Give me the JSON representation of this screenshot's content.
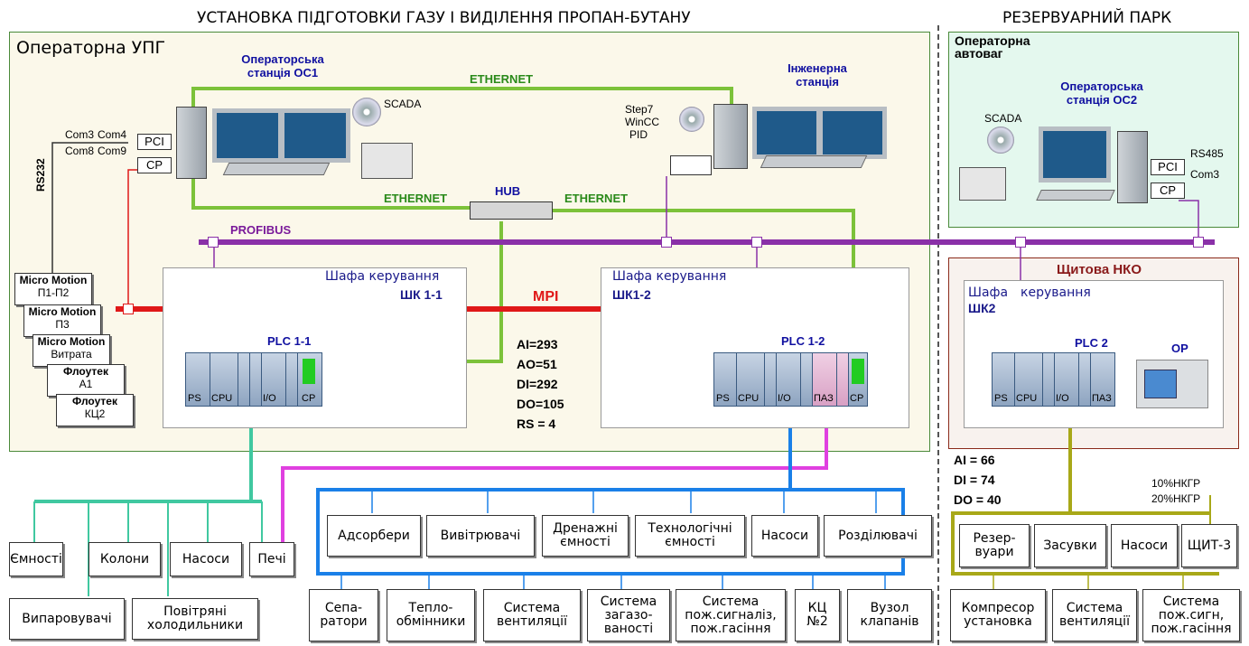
{
  "titles": {
    "main": "УСТАНОВКА ПІДГОТОВКИ ГАЗУ І ВИДІЛЕННЯ ПРОПАН-БУТАНУ",
    "tank_park": "РЕЗЕРВУАРНИЙ ПАРК",
    "upg_room": "Операторна УПГ",
    "scale_room": "Операторна автоваг",
    "nko_room": "Щитова НКО"
  },
  "stations": {
    "os1": "Операторська станція ОС1",
    "eng": "Інженерна станція",
    "os2": "Операторська станція ОС2",
    "scada": "SCADA",
    "step7": "Step7",
    "wincc": "WinCC",
    "pid": "PID"
  },
  "ports": {
    "com3": "Com3",
    "com4": "Com4",
    "com8": "Com8",
    "com9": "Com9",
    "pci": "PCI",
    "cp": "CP",
    "rs485": "RS485",
    "rs232": "RS232"
  },
  "networks": {
    "ethernet": "ETHERNET",
    "hub": "HUB",
    "profibus": "PROFIBUS",
    "mpi": "MPI"
  },
  "meters": [
    {
      "title": "Micro Motion",
      "sub": "П1-П2"
    },
    {
      "title": "Micro Motion",
      "sub": "П3"
    },
    {
      "title": "Micro Motion",
      "sub": "Витрата"
    },
    {
      "title": "Флоутек",
      "sub": "А1"
    },
    {
      "title": "Флоутек",
      "sub": "КЦ2"
    }
  ],
  "cabinets": {
    "cab_label": "Шафа керування",
    "shk11": "ШК 1-1",
    "shk12": "ШК1-2",
    "shk2": "ШК2",
    "cab2_a": "Шафа",
    "cab2_b": "керування"
  },
  "plc": {
    "plc11": "PLC 1-1",
    "plc12": "PLC 1-2",
    "plc2": "PLC 2",
    "op": "OP",
    "ps": "PS",
    "cpu": "CPU",
    "io": "I/O",
    "cp": "CP",
    "paz": "ПАЗ"
  },
  "io_counts_main": [
    "AI=293",
    "AO=51",
    "DI=292",
    "DO=105",
    "RS = 4"
  ],
  "io_counts_tank": [
    "AI  = 66",
    "DI  = 74",
    "DO = 40"
  ],
  "alarm_levels": [
    "10%НКГР",
    "20%НКГР"
  ],
  "equipment_left_row1": [
    "Ємності",
    "Колони",
    "Насоси",
    "Печі"
  ],
  "equipment_left_row2": [
    "Випаровувачі",
    "Повітряні холодильники"
  ],
  "equipment_center_row1": [
    "Адсорбери",
    "Вивітрювачі",
    "Дренажні ємності",
    "Технологічні ємності",
    "Насоси",
    "Розділювачі"
  ],
  "equipment_center_row2": [
    "Сепа-ратори",
    "Тепло-обмінники",
    "Система вентиляції",
    "Система загазо-ваності",
    "Система пож.сигналіз, пож.гасіння",
    "КЦ №2",
    "Вузол клапанів"
  ],
  "equipment_right_row1": [
    "Резер-вуари",
    "Засувки",
    "Насоси",
    "ЩИТ-3"
  ],
  "equipment_right_row2": [
    "Компресор установка",
    "Система вентиляції",
    "Система пож.сигн, пож.гасіння"
  ],
  "colors": {
    "ethernet": "#7cc23a",
    "profibus": "#8a30a8",
    "mpi": "#e01818",
    "io_bus": "#3aa8e8",
    "paz_bus": "#e040e0",
    "left_bus": "#40c8a0",
    "tank_bus": "#a8a818",
    "zone_upg_bg": "#fbf8ea",
    "zone_scale_bg": "#e4f8ee"
  }
}
